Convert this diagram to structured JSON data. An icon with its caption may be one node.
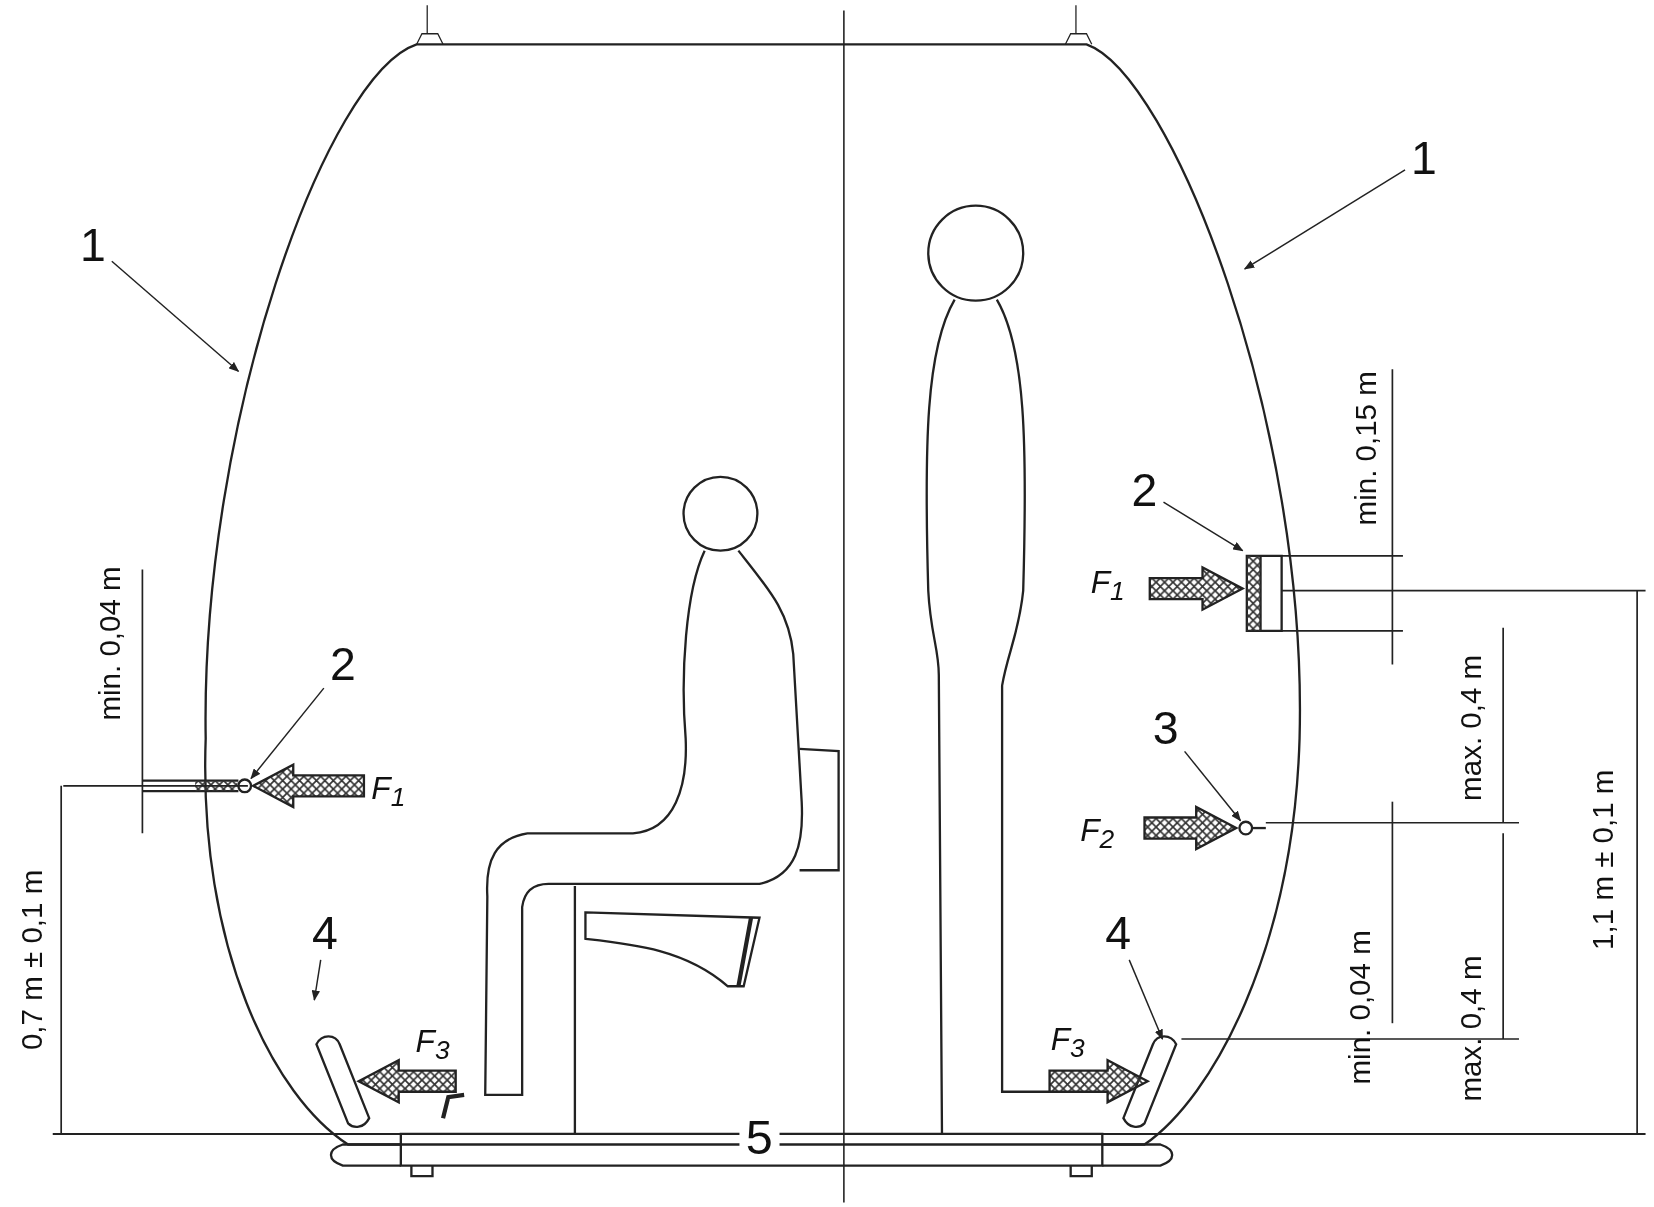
{
  "diagram": {
    "nodes": [
      {
        "text": [
          "1"
        ]
      },
      {
        "text": [
          "1"
        ]
      },
      {
        "text": [
          "2"
        ]
      },
      {
        "text": [
          "2"
        ]
      },
      {
        "text": [
          "3"
        ]
      },
      {
        "text": [
          "4"
        ]
      },
      {
        "text": [
          "4"
        ]
      }
    ],
    "edges": [
      {
        "from": 0,
        "to": null,
        "arrow": "to"
      },
      {
        "from": 1,
        "to": null,
        "arrow": "to"
      },
      {
        "from": 2,
        "to": null,
        "arrow": "to"
      },
      {
        "from": 3,
        "to": null,
        "arrow": "to"
      },
      {
        "from": 4,
        "to": null,
        "arrow": "to"
      },
      {
        "from": 5,
        "to": null,
        "arrow": "to"
      },
      {
        "from": 6,
        "to": null,
        "arrow": "to"
      }
    ],
    "labels": [
      "min. 0,04 m",
      "F$_{1}$",
      "0,7 m ± 0,1 m",
      "F$_{3}$",
      "5",
      "min. 0,15 m",
      "F$_{1}$",
      "max. 0,4 m",
      "F$_{2}$",
      "1,1 m ± 0,1 m",
      "max. 0,4 m",
      "min. 0,04 m",
      "F$_{3}$"
    ]
  }
}
